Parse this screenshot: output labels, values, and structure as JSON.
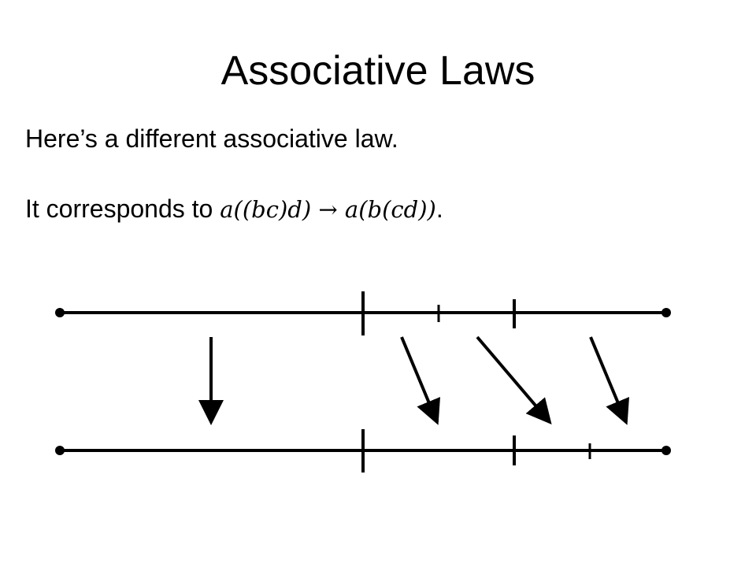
{
  "slide": {
    "title": "Associative Laws",
    "intro": "Here’s a different associative law.",
    "corresponds_prefix": "It corresponds to ",
    "formula_lhs": "a((bc)d)",
    "formula_arrow": "→",
    "formula_rhs": "a(b(cd))",
    "formula_end": "."
  },
  "diagram": {
    "top_interval_cuts": [
      {
        "at": 0.5,
        "size": "long"
      },
      {
        "at": 0.625,
        "size": "short"
      },
      {
        "at": 0.75,
        "size": "medium"
      }
    ],
    "bottom_interval_cuts": [
      {
        "at": 0.5,
        "size": "long"
      },
      {
        "at": 0.75,
        "size": "medium"
      },
      {
        "at": 0.875,
        "size": "short"
      }
    ],
    "arrows": [
      {
        "from": "a",
        "to": "a"
      },
      {
        "from": "b",
        "to": "b"
      },
      {
        "from": "c",
        "to": "c"
      },
      {
        "from": "d",
        "to": "d"
      }
    ],
    "color": "#000000"
  }
}
